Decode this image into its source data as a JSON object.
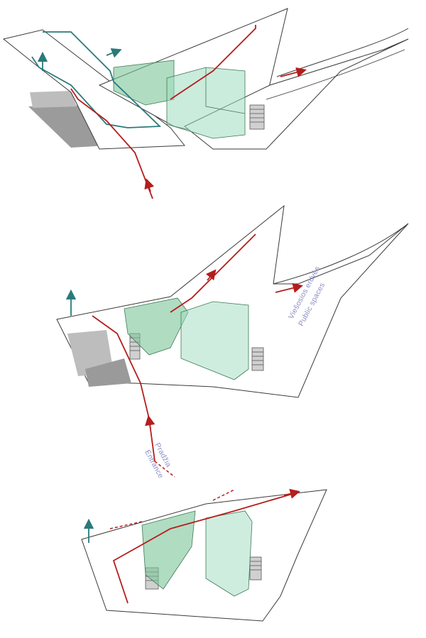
{
  "labels": {
    "public_spaces_lt": "Viešosios erdvės",
    "public_spaces_en": "Public spaces",
    "entrance_lt": "Pradžia",
    "entrance_en": "Entrance"
  },
  "colors": {
    "outline": "#3a3a3a",
    "route_red": "#b51d1d",
    "route_teal": "#2a7a7a",
    "volume_green": "#7cc49a",
    "volume_green_light": "#9fdcc0",
    "shadow_gray": "#8a8a8a",
    "label_blue": "#8a8ec7"
  },
  "diagrams": [
    {
      "name": "top-axonometric",
      "routes": [
        "red",
        "teal"
      ]
    },
    {
      "name": "middle-axonometric",
      "routes": [
        "red",
        "teal"
      ]
    },
    {
      "name": "bottom-axonometric",
      "routes": [
        "red",
        "teal"
      ]
    }
  ]
}
